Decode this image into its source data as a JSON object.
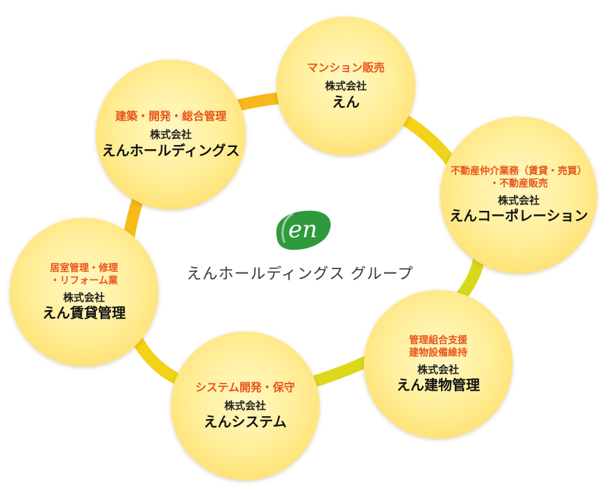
{
  "group_name": "えんホールディングス グループ",
  "logo_mark": "en",
  "colors": {
    "service_text": "#e8541a",
    "company_text": "#222222",
    "logo_green": "#2e9a3c",
    "ring_orange": "#f7a51c",
    "ring_lime": "#c8dc1e"
  },
  "companies": [
    {
      "service_lines": [
        "マンション販売"
      ],
      "prefix": "株式会社",
      "name": "えん"
    },
    {
      "service_lines": [
        "建築・開発・総合管理"
      ],
      "prefix": "株式会社",
      "name": "えんホールディングス"
    },
    {
      "service_lines": [
        "不動産仲介業務（賃貸・売買）",
        "・不動産販売"
      ],
      "prefix": "株式会社",
      "name": "えんコーポレーション"
    },
    {
      "service_lines": [
        "居室管理・修理",
        "・リフォーム業"
      ],
      "prefix": "株式会社",
      "name": "えん賃貸管理"
    },
    {
      "service_lines": [
        "管理組合支援",
        "建物設備維持"
      ],
      "prefix": "株式会社",
      "name": "えん建物管理"
    },
    {
      "service_lines": [
        "システム開発・保守"
      ],
      "prefix": "株式会社",
      "name": "えんシステム"
    }
  ]
}
